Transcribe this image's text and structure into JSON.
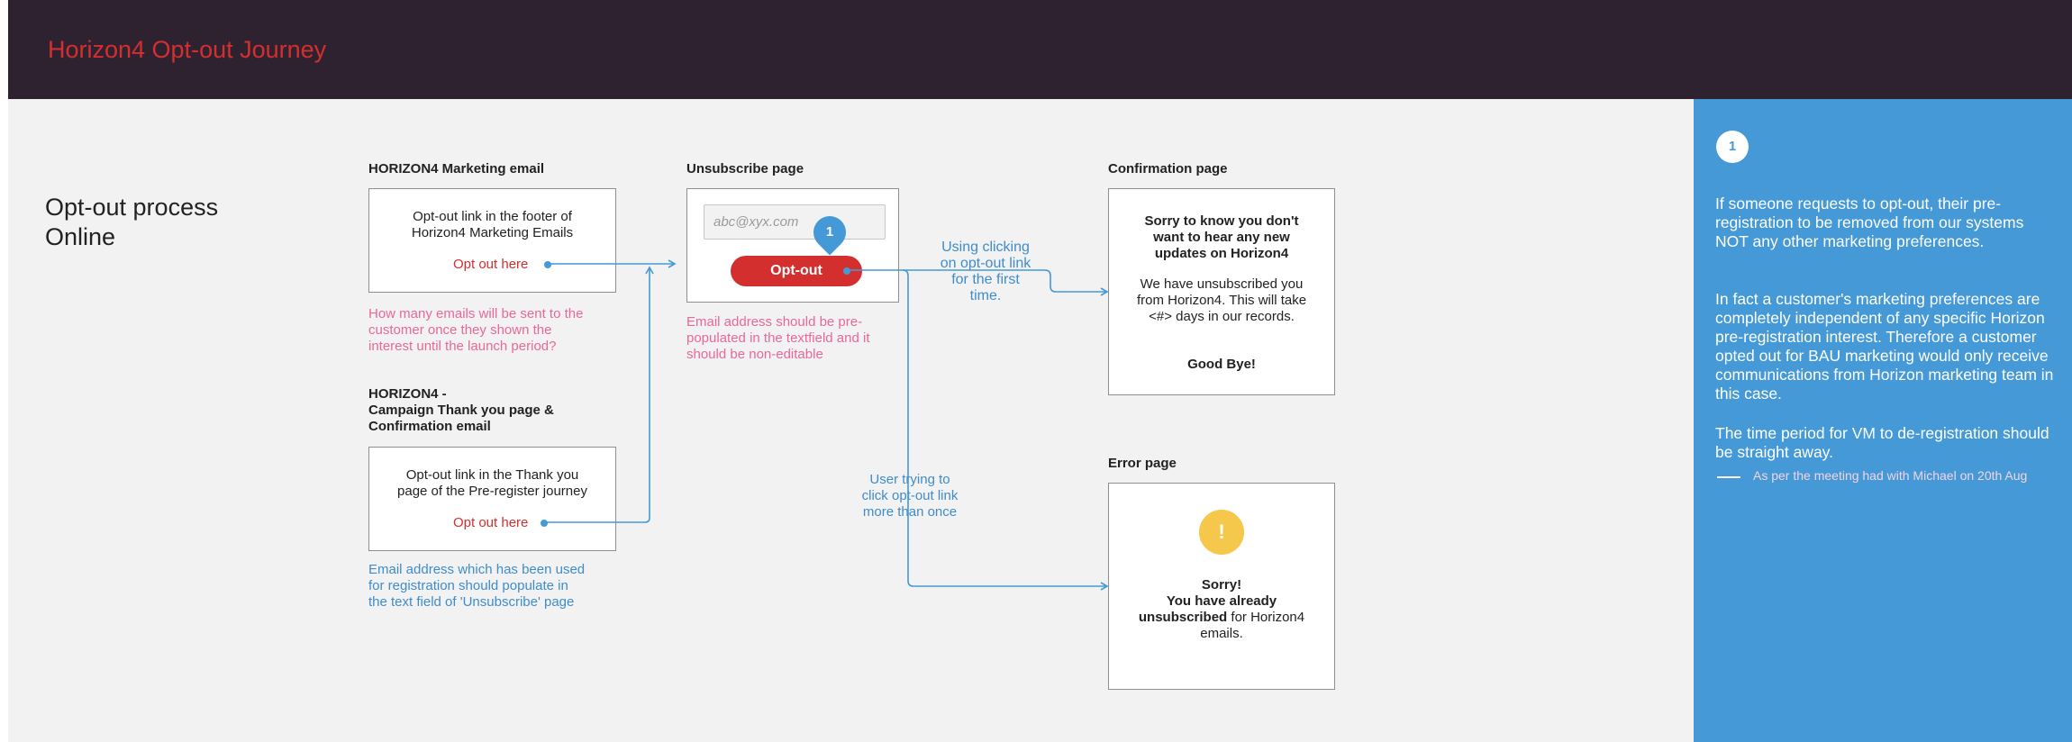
{
  "header": {
    "title": "Horizon4 Opt-out Journey"
  },
  "process_title": [
    "Opt-out process",
    "Online"
  ],
  "marketing_email": {
    "heading": "HORIZON4 Marketing email",
    "body": [
      "Opt-out link in the footer of",
      "Horizon4 Marketing Emails"
    ],
    "link": "Opt out here",
    "note": [
      "How many emails will be sent to the",
      "customer once they shown the",
      "interest until the launch period?"
    ]
  },
  "thank_you_email": {
    "heading": [
      "HORIZON4 -",
      "Campaign Thank you page &",
      "Confirmation email"
    ],
    "body": [
      "Opt-out link in the Thank you",
      "page of the Pre-register journey"
    ],
    "link": "Opt out here",
    "note": [
      "Email address which has been used",
      "for registration should populate in",
      "the text field of 'Unsubscribe' page"
    ]
  },
  "unsubscribe_page": {
    "heading": "Unsubscribe page",
    "input_placeholder": "abc@xyx.com",
    "button": "Opt-out",
    "marker": "1",
    "note": [
      "Email address should be pre-",
      "populated in the textfield and it",
      "should be non-editable"
    ]
  },
  "flow_labels": {
    "first_time": [
      "Using clicking",
      "on opt-out link",
      "for the first",
      "time."
    ],
    "repeat": [
      "User trying to",
      "click opt-out link",
      "more than once"
    ]
  },
  "confirmation_page": {
    "heading": "Confirmation page",
    "bold": [
      "Sorry to know you don't",
      "want to hear any new",
      "updates on Horizon4"
    ],
    "body": [
      "We have unsubscribed you",
      "from Horizon4. This will take",
      "<#> days in our records."
    ],
    "signoff": "Good Bye!"
  },
  "error_page": {
    "heading": "Error page",
    "icon": "!",
    "title": "Sorry!",
    "line1": "You have already",
    "line2_bold": "unsubscribed",
    "line2_rest": " for Horizon4",
    "line3": "emails."
  },
  "side_panel": {
    "badge": "1",
    "para1": "If someone requests to opt-out, their pre-registration to be removed from our systems  NOT any other marketing preferences.",
    "para2": "In fact a customer's marketing preferences are completely independent of any specific Horizon pre-registration interest. Therefore a customer opted out for BAU marketing would only receive communications from Horizon marketing team in this case.",
    "para3": "The time period for VM to de-registration should be straight away.",
    "note": "As per the meeting had with Michael on 20th Aug"
  },
  "colors": {
    "header_bg": "#2f2230",
    "accent_red": "#d32f2f",
    "flow_blue": "#4499d6",
    "note_pink": "#e8689a",
    "warning_yellow": "#f5c84b"
  }
}
